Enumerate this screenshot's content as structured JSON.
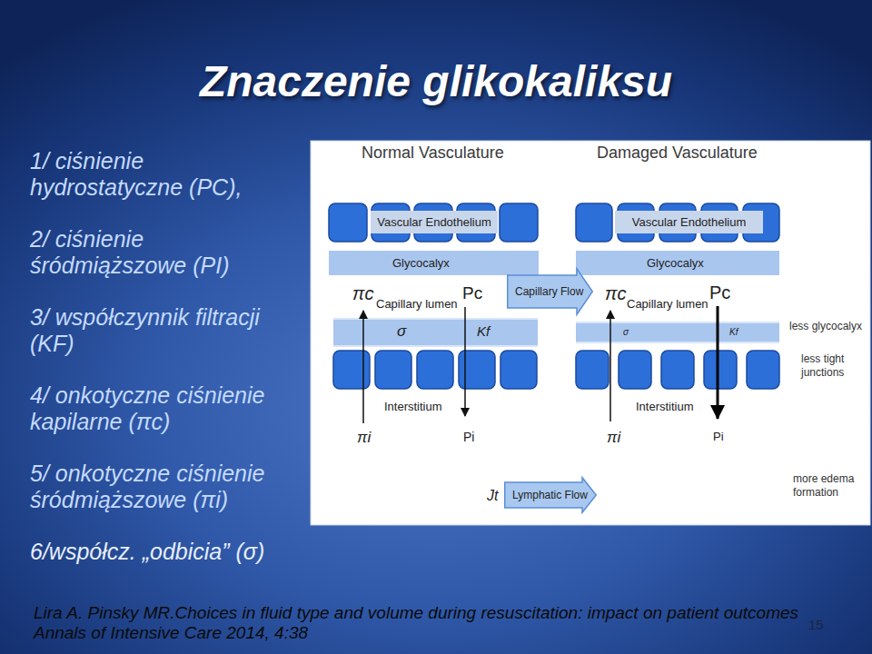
{
  "diagram": {
    "title": "Znaczenie glikokaliksu",
    "caption": "Lira A. Pinsky MR.Choices in fluid type and volume during resuscitation: impact on patient outcomes Annals of Intensive Care 2014, 4:38",
    "nodes": [
      {
        "text": [
          "Vascular Endothelium"
        ]
      },
      {
        "text": [
          "Vascular Endothelium"
        ]
      },
      {
        "text": [
          "Glycocalyx"
        ]
      },
      {
        "text": [
          "Glycocalyx"
        ]
      },
      {
        "text": [
          "Capillary Flow"
        ]
      },
      {
        "text": [
          "Lymphatic Flow"
        ]
      }
    ],
    "labels": [
      "1/ ciśnienie hydrostatyczne (PC),",
      "2/ ciśnienie śródmiąższowe (PI)",
      "3/ współczynnik filtracji (KF)",
      "4/ onkotyczne ciśnienie kapilarne (πc)",
      "5/ onkotyczne ciśnienie śródmiąższowe (πi)",
      "6/współcz. „odbicia” (σ)",
      "Normal Vasculature",
      "Damaged Vasculature",
      "πc",
      "Capillary lumen",
      "Pc",
      "πc",
      "Capillary lumen",
      "Pc",
      "σ",
      "Kf",
      "σ",
      "Kf",
      "less glycocalyx",
      "less tight junctions",
      "Interstitium",
      "Interstitium",
      "πi",
      "Pi",
      "πi",
      "Pi",
      "Jt",
      "more edema formation",
      "15"
    ]
  }
}
